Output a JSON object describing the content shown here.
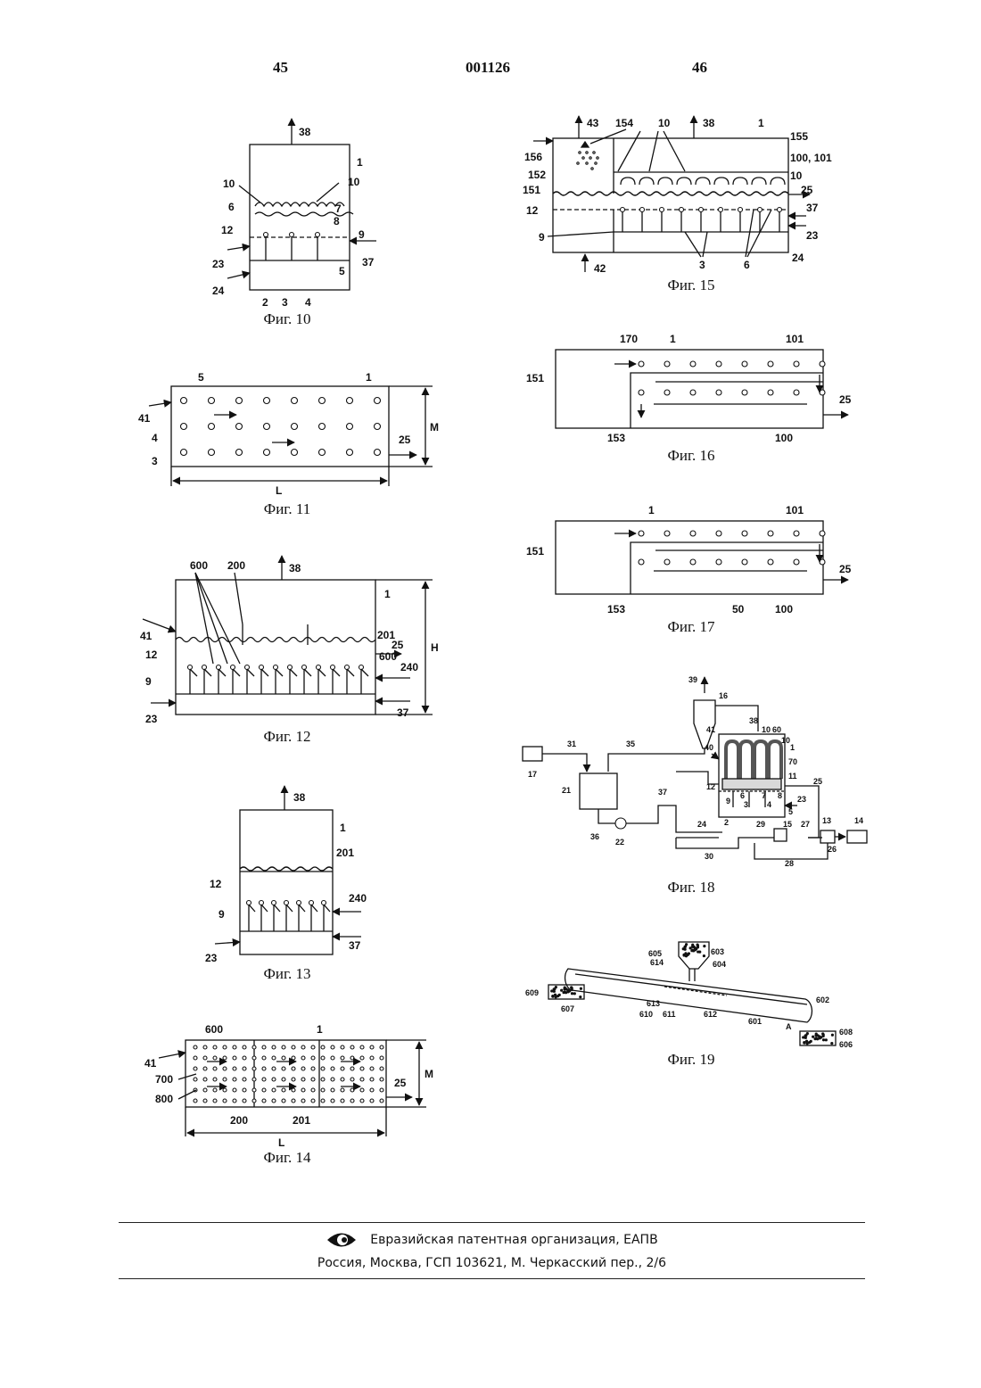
{
  "header": {
    "page_left": "45",
    "doc_number": "001126",
    "page_right": "46"
  },
  "figures": {
    "f10": {
      "caption": "Фиг. 10",
      "labels": {
        "l38": "38",
        "l1": "1",
        "l10a": "10",
        "l10b": "10",
        "l6": "6",
        "l7": "7",
        "l12": "12",
        "l8": "8",
        "l9": "9",
        "l23": "23",
        "l37": "37",
        "l5": "5",
        "l24": "24",
        "l2": "2",
        "l3": "3",
        "l4": "4"
      }
    },
    "f11": {
      "caption": "Фиг. 11",
      "labels": {
        "l5": "5",
        "l1": "1",
        "l41": "41",
        "l4": "4",
        "l3": "3",
        "l25": "25",
        "lM": "M",
        "lL": "L"
      }
    },
    "f12": {
      "caption": "Фиг. 12",
      "labels": {
        "l600a": "600",
        "l200": "200",
        "l38": "38",
        "l1": "1",
        "l201": "201",
        "l41": "41",
        "l12": "12",
        "l25": "25",
        "l600b": "600",
        "lH": "H",
        "l240": "240",
        "l9": "9",
        "l23": "23",
        "l37": "37"
      }
    },
    "f13": {
      "caption": "Фиг. 13",
      "labels": {
        "l38": "38",
        "l1": "1",
        "l201": "201",
        "l12": "12",
        "l240": "240",
        "l9": "9",
        "l37": "37",
        "l23": "23"
      }
    },
    "f14": {
      "caption": "Фиг. 14",
      "labels": {
        "l600": "600",
        "l1": "1",
        "l41": "41",
        "l700": "700",
        "l800": "800",
        "l25": "25",
        "lM": "M",
        "l200": "200",
        "l201": "201",
        "lL": "L"
      }
    },
    "f15": {
      "caption": "Фиг. 15",
      "labels": {
        "l43": "43",
        "l154": "154",
        "l10a": "10",
        "l38": "38",
        "l1": "1",
        "l155": "155",
        "l156": "156",
        "l152": "152",
        "l100": "100, 101",
        "l10b": "10",
        "l151": "151",
        "l25": "25",
        "l12": "12",
        "l37": "37",
        "l9": "9",
        "l23": "23",
        "l3": "3",
        "l6": "6",
        "l24": "24",
        "l42": "42"
      }
    },
    "f16": {
      "caption": "Фиг. 16",
      "labels": {
        "l170": "170",
        "l1": "1",
        "l101": "101",
        "l151": "151",
        "l25": "25",
        "l153": "153",
        "l100": "100"
      }
    },
    "f17": {
      "caption": "Фиг. 17",
      "labels": {
        "l1": "1",
        "l101": "101",
        "l151": "151",
        "l25": "25",
        "l153": "153",
        "l50": "50",
        "l100": "100"
      }
    },
    "f18": {
      "caption": "Фиг. 18",
      "labels": {
        "l39": "39",
        "l16": "16",
        "l38": "38",
        "l10a": "10",
        "l60": "60",
        "l10b": "10",
        "l1": "1",
        "l31": "31",
        "l35": "35",
        "l40": "40",
        "l41": "41",
        "l70": "70",
        "l17": "17",
        "l21": "21",
        "l11": "11",
        "l12": "12",
        "l25": "25",
        "l37": "37",
        "l9": "9",
        "l6": "6",
        "l7": "7",
        "l8": "8",
        "l3": "3",
        "l4": "4",
        "l5": "5",
        "l23": "23",
        "l36": "36",
        "l22": "22",
        "l24": "24",
        "l2": "2",
        "l29": "29",
        "l15": "15",
        "l27": "27",
        "l13": "13",
        "l14": "14",
        "l30": "30",
        "l26": "26",
        "l28": "28"
      }
    },
    "f19": {
      "caption": "Фиг. 19",
      "labels": {
        "l605": "605",
        "l603": "603",
        "l614": "614",
        "l604": "604",
        "l609": "609",
        "l607": "607",
        "l613": "613",
        "l610": "610",
        "l611": "611",
        "l612": "612",
        "l601": "601",
        "l602": "602",
        "lA": "A",
        "l608": "608",
        "l606": "606"
      }
    }
  },
  "footer": {
    "org": "Евразийская патентная организация, ЕАПВ",
    "address": "Россия, Москва, ГСП 103621, М. Черкасский пер., 2/6"
  }
}
